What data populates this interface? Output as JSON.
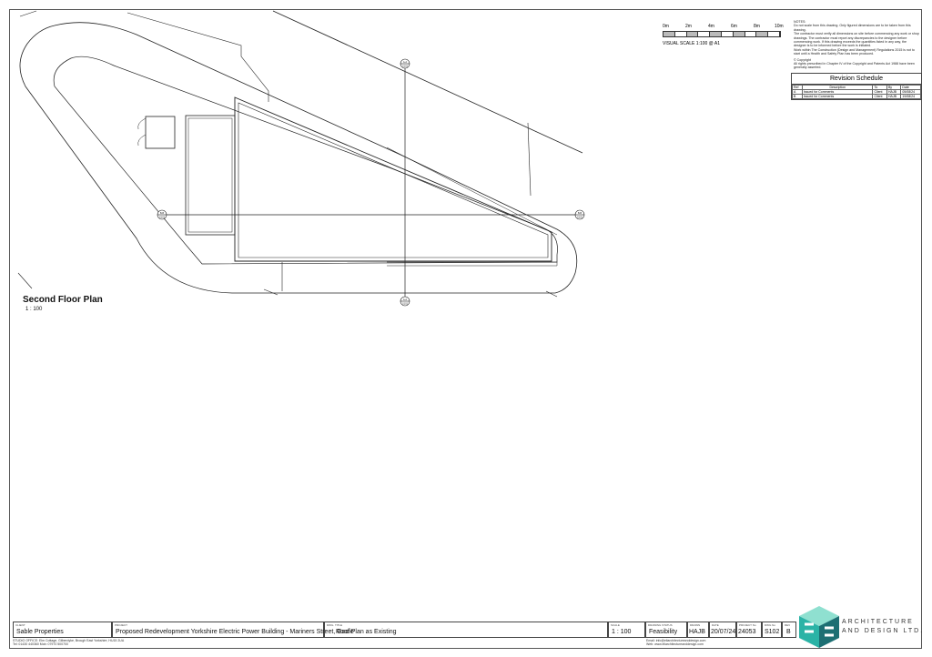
{
  "drawing": {
    "title": "Second Floor Plan",
    "scale": "1 : 100"
  },
  "section_markers": [
    {
      "id": "A-A",
      "sheet": "S102"
    },
    {
      "id": "A-A",
      "sheet": "S102"
    },
    {
      "id": "B-B",
      "sheet": "S102"
    },
    {
      "id": "B-B",
      "sheet": "S102"
    }
  ],
  "scale_bar": {
    "ticks": [
      "0m",
      "2m",
      "4m",
      "6m",
      "8m",
      "10m"
    ],
    "caption": "VISUAL SCALE 1:100 @ A1"
  },
  "notes": {
    "heading": "NOTES:",
    "lines": [
      "Do not scale from this drawing. Only figured dimensions are to be taken from this drawing.",
      "The contractor must verify all dimensions on site before commencing any work or shop drawings. The contractor must report any discrepancies to the designer before commencing work. If this drawing exceeds the quantities listed in any way, the designer is to be informed before the work is initiated.",
      "Work within The Construction (Design and Management) Regulations 2015 is not to start until a Health and Safety Plan has been produced."
    ],
    "copyright": "Copyright",
    "rights": "All rights prescribed in Chapter IV of the Copyright and Patents Act 1988 have been generally asserted."
  },
  "revision_schedule": {
    "title": "Revision Schedule",
    "headers": [
      "Ref",
      "Description",
      "To",
      "By",
      "Date"
    ],
    "rows": [
      [
        "A",
        "Issued for Comments",
        "Client",
        "HAJB",
        "05/08/24"
      ],
      [
        "B",
        "Issued for Comments",
        "Client",
        "HAJB",
        "19/08/24"
      ]
    ]
  },
  "title_block": {
    "client_label": "CLIENT",
    "client": "Sable Properties",
    "project_label": "PROJECT",
    "project": "Proposed Redevelopment Yorkshire Electric Power Building - Mariners Street, Goole",
    "title_label": "DWG. TITLE",
    "title": "Roof Plan as Existing",
    "scale_label": "SCALE",
    "scale": "1 : 100",
    "status_label": "DRAWING STATUS",
    "status": "Feasibility",
    "drawn_label": "DRAWN",
    "drawn": "HAJB",
    "date_label": "DATE",
    "date": "20/07/24",
    "project_no_label": "PROJECT No",
    "project_no": "24053",
    "dwg_no_label": "DWG No",
    "dwg_no": "S102",
    "rev_label": "REV",
    "rev": "B",
    "office": "STUDIO OFFICE: Elm Cottage, Gilberdyke, Brough East Yorkshire, HU15 2UA",
    "phone": "Tel: 01430 440360  Mob: 07970 500700",
    "email": "Email: info@eliarchitectureanddesign.com",
    "web": "Web: www.eliarchitectureanddesign.com"
  },
  "brand": {
    "line1": "ARCHITECTURE",
    "line2": "AND DESIGN LTD.",
    "colors": {
      "teal": "#2bb3a6",
      "dark": "#1d6f73",
      "light": "#8fe0d0"
    }
  }
}
